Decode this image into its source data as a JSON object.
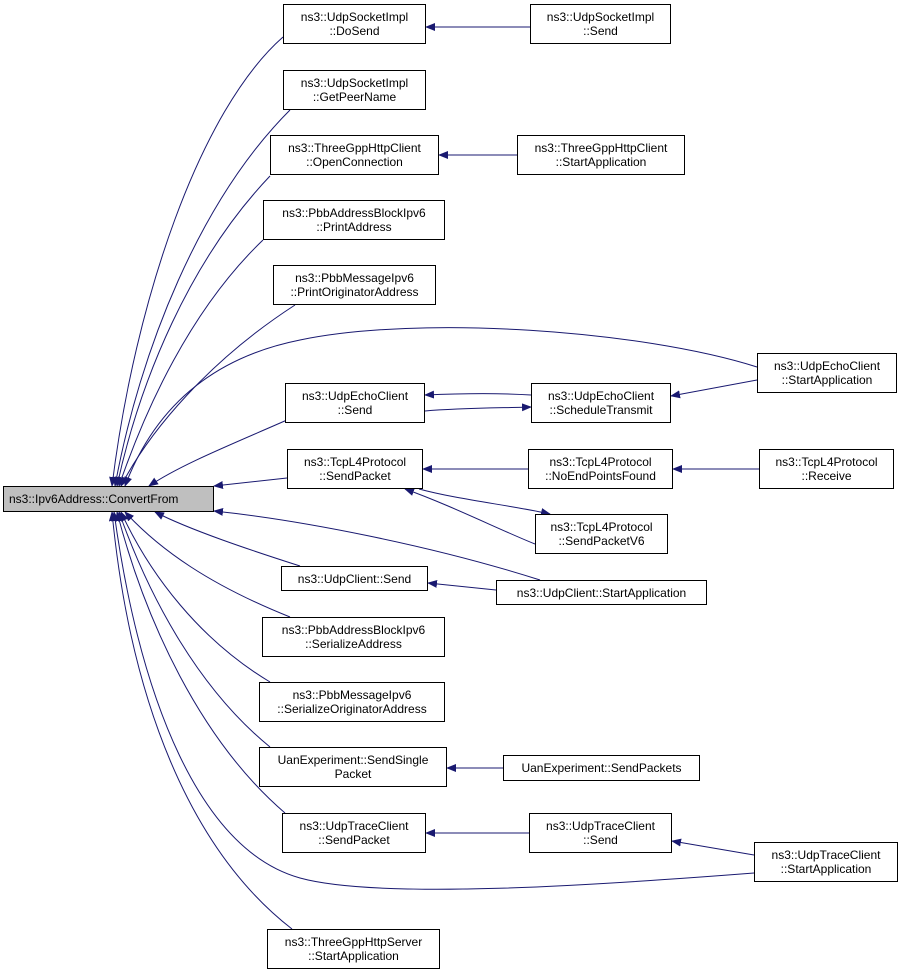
{
  "diagram": {
    "colors": {
      "edge": "#191970",
      "node_border": "#000000",
      "root_fill": "#bfbfbf",
      "node_fill": "#ffffff"
    },
    "nodes": {
      "root": [
        "ns3::Ipv6Address::ConvertFrom"
      ],
      "udpsock_dosend": [
        "ns3::UdpSocketImpl",
        "::DoSend"
      ],
      "udpsock_send": [
        "ns3::UdpSocketImpl",
        "::Send"
      ],
      "udpsock_getpeer": [
        "ns3::UdpSocketImpl",
        "::GetPeerName"
      ],
      "tghttp_openconn": [
        "ns3::ThreeGppHttpClient",
        "::OpenConnection"
      ],
      "tghttp_startapp": [
        "ns3::ThreeGppHttpClient",
        "::StartApplication"
      ],
      "pbbab_print": [
        "ns3::PbbAddressBlockIpv6",
        "::PrintAddress"
      ],
      "pbbmsg_print": [
        "ns3::PbbMessageIpv6",
        "::PrintOriginatorAddress"
      ],
      "echo_startapp": [
        "ns3::UdpEchoClient",
        "::StartApplication"
      ],
      "echo_send": [
        "ns3::UdpEchoClient",
        "::Send"
      ],
      "echo_sched": [
        "ns3::UdpEchoClient",
        "::ScheduleTransmit"
      ],
      "tcp_sendpacket": [
        "ns3::TcpL4Protocol",
        "::SendPacket"
      ],
      "tcp_noendpoints": [
        "ns3::TcpL4Protocol",
        "::NoEndPointsFound"
      ],
      "tcp_receive": [
        "ns3::TcpL4Protocol",
        "::Receive"
      ],
      "tcp_sendpacketv6": [
        "ns3::TcpL4Protocol",
        "::SendPacketV6"
      ],
      "udpclient_send": [
        "ns3::UdpClient::Send"
      ],
      "udpclient_startapp": [
        "ns3::UdpClient::StartApplication"
      ],
      "pbbab_serialize": [
        "ns3::PbbAddressBlockIpv6",
        "::SerializeAddress"
      ],
      "pbbmsg_serialize": [
        "ns3::PbbMessageIpv6",
        "::SerializeOriginatorAddress"
      ],
      "uan_sendsingle": [
        "UanExperiment::SendSingle",
        "Packet"
      ],
      "uan_sendpackets": [
        "UanExperiment::SendPackets"
      ],
      "trace_sendpacket": [
        "ns3::UdpTraceClient",
        "::SendPacket"
      ],
      "trace_send": [
        "ns3::UdpTraceClient",
        "::Send"
      ],
      "trace_startapp": [
        "ns3::UdpTraceClient",
        "::StartApplication"
      ],
      "tghttpserver_startapp": [
        "ns3::ThreeGppHttpServer",
        "::StartApplication"
      ]
    },
    "edges": [
      [
        "udpsock_dosend",
        "root"
      ],
      [
        "udpsock_send",
        "udpsock_dosend"
      ],
      [
        "udpsock_getpeer",
        "root"
      ],
      [
        "tghttp_openconn",
        "root"
      ],
      [
        "tghttp_startapp",
        "tghttp_openconn"
      ],
      [
        "pbbab_print",
        "root"
      ],
      [
        "pbbmsg_print",
        "root"
      ],
      [
        "echo_startapp",
        "root"
      ],
      [
        "echo_send",
        "root"
      ],
      [
        "echo_sched",
        "echo_send"
      ],
      [
        "echo_send",
        "echo_sched"
      ],
      [
        "echo_startapp",
        "echo_sched"
      ],
      [
        "tcp_sendpacket",
        "root"
      ],
      [
        "tcp_noendpoints",
        "tcp_sendpacket"
      ],
      [
        "tcp_receive",
        "tcp_noendpoints"
      ],
      [
        "tcp_sendpacketv6",
        "tcp_sendpacket"
      ],
      [
        "tcp_sendpacket",
        "tcp_sendpacketv6"
      ],
      [
        "udpclient_startapp",
        "root"
      ],
      [
        "udpclient_send",
        "root"
      ],
      [
        "udpclient_startapp",
        "udpclient_send"
      ],
      [
        "pbbab_serialize",
        "root"
      ],
      [
        "pbbmsg_serialize",
        "root"
      ],
      [
        "uan_sendsingle",
        "root"
      ],
      [
        "uan_sendpackets",
        "uan_sendsingle"
      ],
      [
        "trace_sendpacket",
        "root"
      ],
      [
        "trace_send",
        "trace_sendpacket"
      ],
      [
        "trace_startapp",
        "trace_send"
      ],
      [
        "trace_startapp",
        "root"
      ],
      [
        "tghttpserver_startapp",
        "root"
      ]
    ]
  }
}
